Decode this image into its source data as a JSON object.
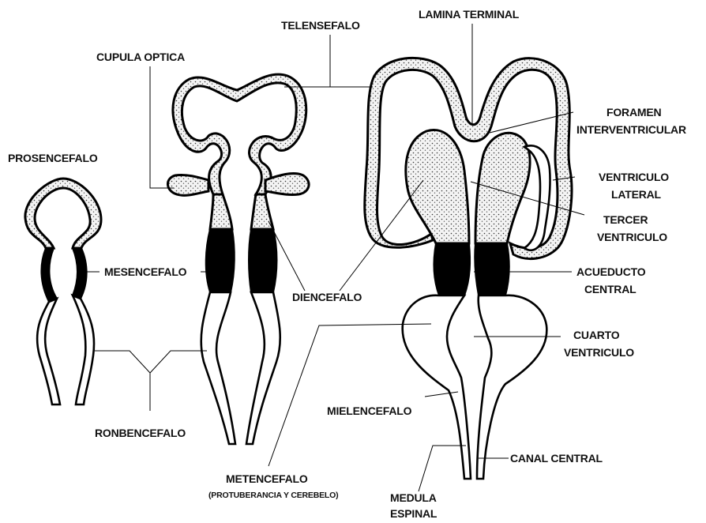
{
  "colors": {
    "background": "#ffffff",
    "ink": "#000000"
  },
  "labels": {
    "prosencefalo": "PROSENCEFALO",
    "cupula_optica": "CUPULA OPTICA",
    "telensefalo": "TELENSEFALO",
    "lamina_terminal": "LAMINA TERMINAL",
    "foramen_1": "FORAMEN",
    "foramen_2": "INTERVENTRICULAR",
    "ventriculo_lateral_1": "VENTRICULO",
    "ventriculo_lateral_2": "LATERAL",
    "tercer_ventriculo_1": "TERCER",
    "tercer_ventriculo_2": "VENTRICULO",
    "mesencefalo": "MESENCEFALO",
    "diencefalo": "DIENCEFALO",
    "acueducto_1": "ACUEDUCTO",
    "acueducto_2": "CENTRAL",
    "cuarto_ventriculo_1": "CUARTO",
    "cuarto_ventriculo_2": "VENTRICULO",
    "mielencefalo": "MIELENCEFALO",
    "ronbencefalo": "RONBENCEFALO",
    "canal_central": "CANAL CENTRAL",
    "metencefalo_1": "METENCEFALO",
    "metencefalo_2": "(PROTUBERANCIA Y CEREBELO)",
    "medula_1": "MEDULA",
    "medula_2": "ESPINAL"
  }
}
